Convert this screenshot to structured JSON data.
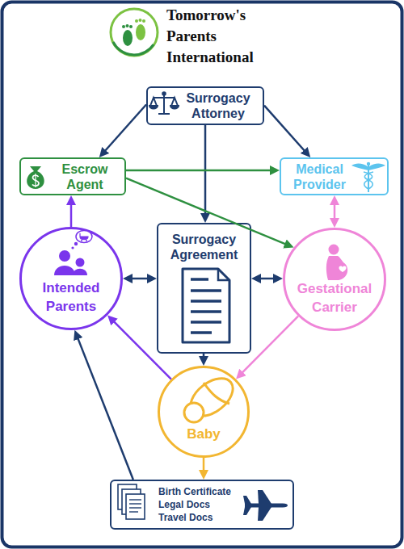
{
  "diagram": {
    "title": "Tomorrow's Parents International",
    "nodes": [
      {
        "text": [
          "Surrogacy Attorney"
        ]
      },
      {
        "text": [
          "Escrow Agent"
        ]
      },
      {
        "text": [
          "Medical Provider"
        ]
      },
      {
        "text": [
          "Intended Parents"
        ]
      },
      {
        "text": [
          "Surrogacy Agreement"
        ]
      },
      {
        "text": [
          "Gestational Carrier"
        ]
      },
      {
        "text": [
          "Baby"
        ]
      },
      {
        "text": [
          "Birth Certificate",
          "Legal Docs",
          "Travel Docs"
        ]
      }
    ],
    "edges": [
      {
        "from": 0,
        "to": 1,
        "arrow": "to"
      },
      {
        "from": 0,
        "to": 2,
        "arrow": "to"
      },
      {
        "from": 0,
        "to": 4,
        "arrow": "to"
      },
      {
        "from": 1,
        "to": 2,
        "arrow": "to"
      },
      {
        "from": 1,
        "to": 5,
        "arrow": "to"
      },
      {
        "from": 3,
        "to": 1,
        "arrow": "to"
      },
      {
        "from": 2,
        "to": 5,
        "arrow": "both"
      },
      {
        "from": 3,
        "to": 4,
        "arrow": "both"
      },
      {
        "from": 4,
        "to": 5,
        "arrow": "both"
      },
      {
        "from": 4,
        "to": 6,
        "arrow": "to"
      },
      {
        "from": 5,
        "to": 6,
        "arrow": "to"
      },
      {
        "from": 6,
        "to": 3,
        "arrow": "to"
      },
      {
        "from": 6,
        "to": 7,
        "arrow": "to"
      },
      {
        "from": 7,
        "to": 3,
        "arrow": "to"
      }
    ]
  }
}
